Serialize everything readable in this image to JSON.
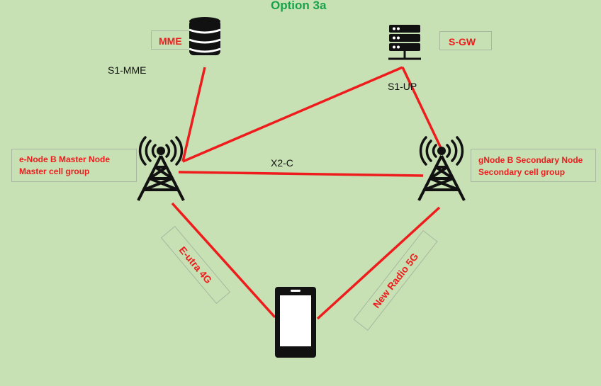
{
  "title": "Option 3a",
  "nodes": {
    "mme": "MME",
    "sgw": "S-GW",
    "enb": {
      "line1": "e-Node B Master Node",
      "line2": "Master cell group"
    },
    "gnb": {
      "line1": "gNode B Secondary Node",
      "line2": "Secondary cell group"
    }
  },
  "links": {
    "s1_mme": "S1-MME",
    "s1_up": "S1-UP",
    "x2_c": "X2-C",
    "eutra": "E-utra 4G",
    "nr": "New Radio 5G"
  },
  "colors": {
    "background": "#c7e0b4",
    "link": "#ee1c1c",
    "title": "#19a34a",
    "icon": "#111111"
  },
  "icons": [
    "database-icon",
    "server-icon",
    "cell-tower-icon",
    "cell-tower-icon",
    "smartphone-icon"
  ]
}
